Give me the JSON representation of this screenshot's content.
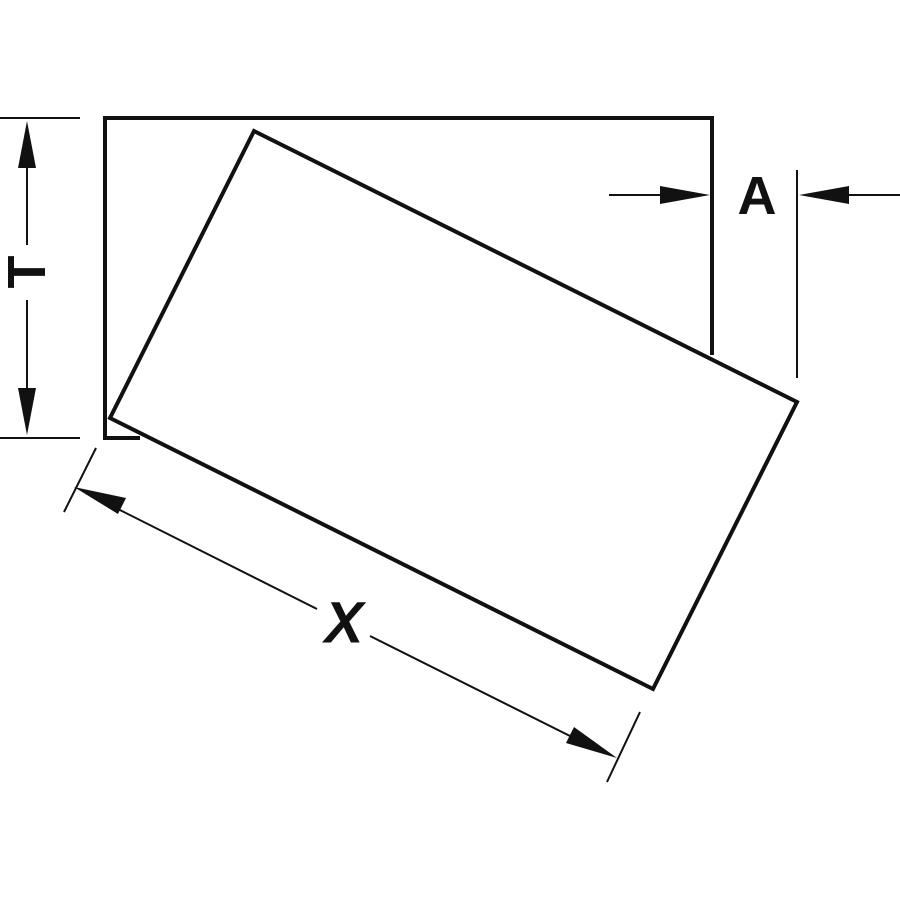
{
  "labels": {
    "thickness": "T",
    "offset": "A",
    "diagonal": "X"
  },
  "colors": {
    "line": "#111111",
    "background": "#ffffff"
  }
}
